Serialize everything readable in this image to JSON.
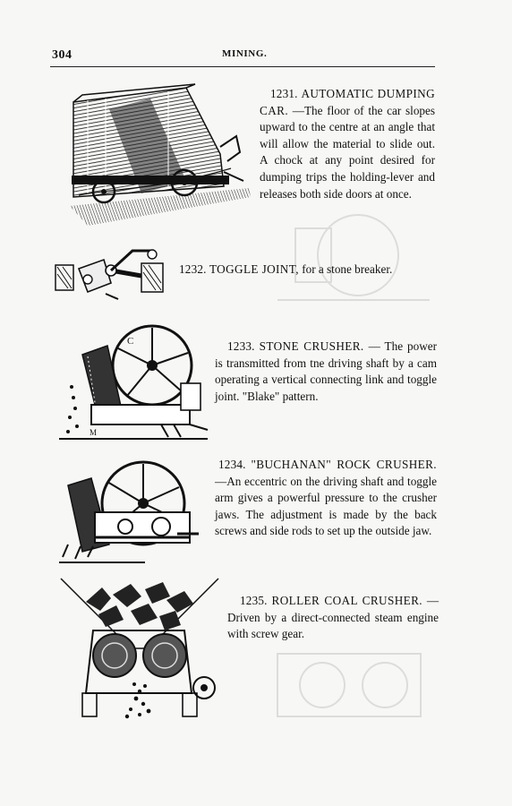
{
  "header": {
    "page_number": "304",
    "running_title": "MINING."
  },
  "entries": [
    {
      "number": "1231.",
      "title": "AUTOMATIC DUMPING CAR.",
      "text": "—The floor of the car slopes upward to the centre at an angle that will allow the material to slide out. A chock at any point desired for dumping trips the holding-lever and releases both side doors at once."
    },
    {
      "number": "1232.",
      "title": "TOGGLE JOINT,",
      "text": "for a stone breaker."
    },
    {
      "number": "1233.",
      "title": "STONE CRUSHER.",
      "text": "— The power is transmitted from tne driving shaft by a cam operating a vertical connecting link and toggle joint. \"Blake\" pattern."
    },
    {
      "number": "1234.",
      "title": "\"BUCHANAN\" ROCK CRUSHER.",
      "text": "—An eccentric on the driving shaft and toggle arm gives a powerful pressure to the crusher jaws. The adjustment is made by the back screws and side rods to set up the outside jaw."
    },
    {
      "number": "1235.",
      "title": "ROLLER COAL CRUSHER.",
      "text": "—Driven by a direct-connected steam engine with screw gear."
    }
  ],
  "figures": {
    "stone_crusher_label_c": "C",
    "stone_crusher_label_m": "M"
  }
}
